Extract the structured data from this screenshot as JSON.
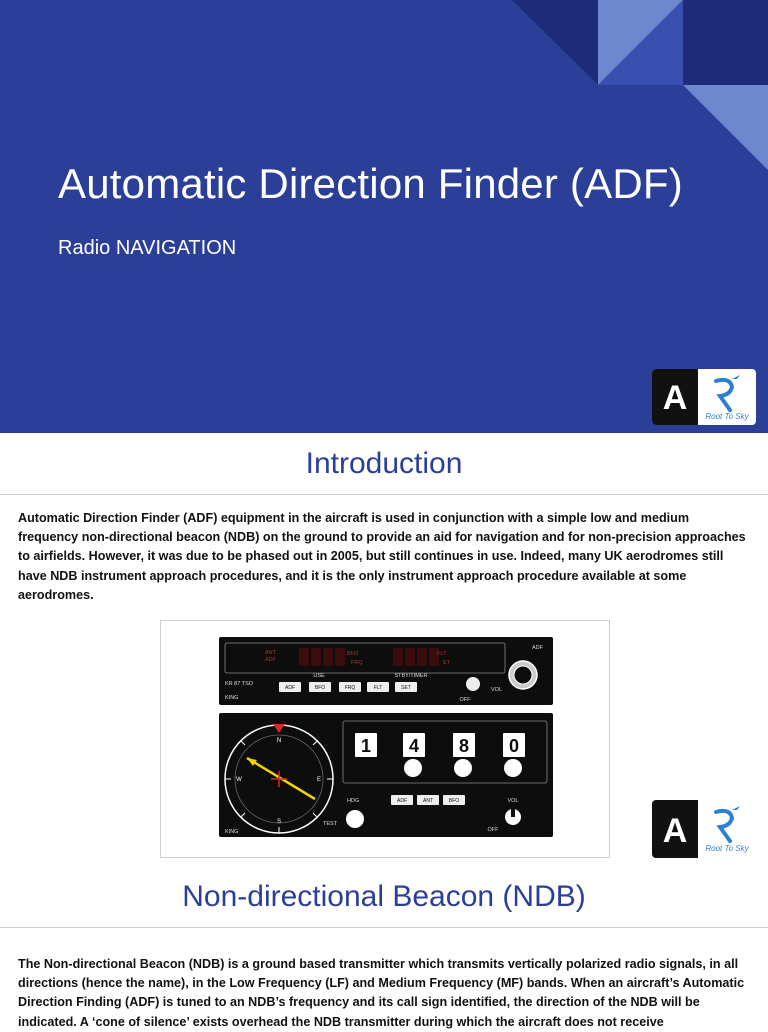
{
  "hero": {
    "title": "Automatic Direction Finder (ADF)",
    "subtitle": "Radio NAVIGATION",
    "colors": {
      "background": "#2b3f99",
      "accent_light": "#6f87cf",
      "accent_dark": "#1e2b78"
    }
  },
  "logo": {
    "mark": "A",
    "brand": "Root To Sky",
    "icon": "airplane-icon"
  },
  "introduction": {
    "heading": "Introduction",
    "paragraph": "Automatic Direction Finder (ADF) equipment in the aircraft is used in conjunction with a simple low and medium frequency non-directional beacon (NDB) on the ground to provide an aid for navigation and for non-precision approaches to airfields. However, it was due to be phased out in 2005, but still continues in use. Indeed, many UK aerodromes still have NDB instrument approach procedures, and it is the only instrument approach procedure available at some aerodromes."
  },
  "adf_panel": {
    "brand": "KING",
    "model": "KR 87 TSO",
    "top_unit": {
      "mode_labels": [
        "ANT",
        "ADF"
      ],
      "bfo_labels": [
        "BFO",
        "FRQ"
      ],
      "flt_labels": [
        "FLT",
        "ET"
      ],
      "use_label": "USE",
      "stby_label": "STBY/TIMER",
      "unit_label": "ADF",
      "buttons": [
        "ADF",
        "BFO",
        "FRQ",
        "FLT",
        "SET"
      ],
      "off_label": "OFF",
      "vol_label": "VOL"
    },
    "bottom_unit": {
      "frequency_digits": [
        "1",
        "4",
        "8",
        "0"
      ],
      "compass_labels": [
        "N",
        "E",
        "S",
        "W"
      ],
      "hdg_label": "HDG",
      "test_label": "TEST",
      "buttons": [
        "ADF",
        "ANT",
        "BFO"
      ],
      "vol_label": "VOL",
      "off_label": "OFF"
    }
  },
  "ndb": {
    "heading": "Non-directional Beacon (NDB)",
    "paragraph": "The Non-directional Beacon (NDB) is a ground based transmitter which transmits vertically polarized radio signals, in all directions (hence the name), in the Low Frequency (LF) and Medium Frequency (MF) bands. When an aircraft’s Automatic Direction Finding (ADF) is tuned to an NDB’s frequency and its call sign identified, the direction of the NDB will be indicated. A ‘cone of silence’ exists overhead the NDB transmitter during which the aircraft does not receive"
  }
}
